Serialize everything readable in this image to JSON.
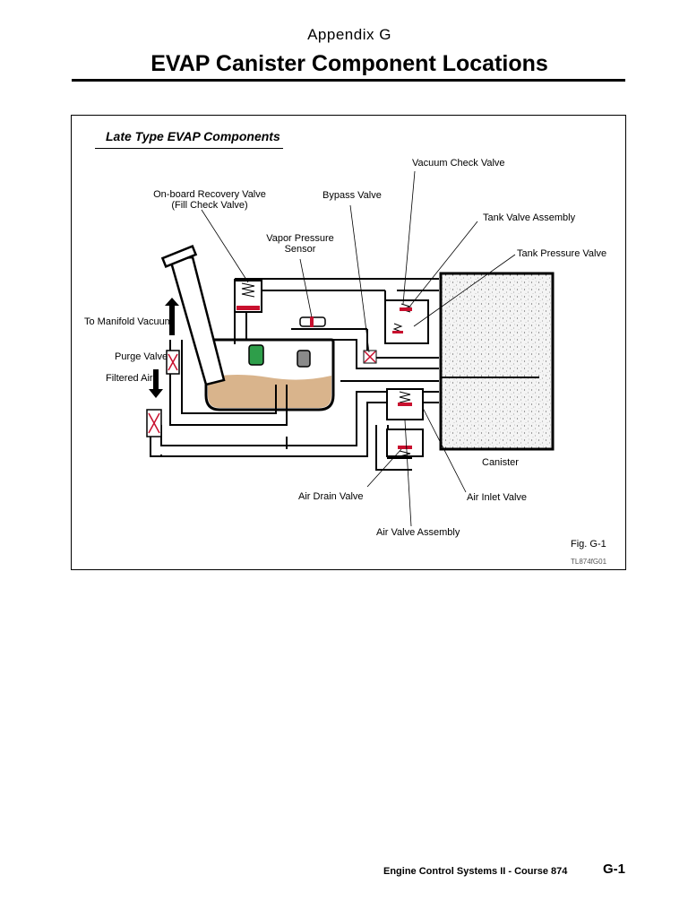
{
  "header": {
    "appendix": "Appendix G",
    "title": "EVAP Canister Component Locations"
  },
  "figure": {
    "subtitle": "Late Type EVAP Components",
    "labels": {
      "vacuum_check_valve": "Vacuum Check Valve",
      "onboard_recovery_valve_line1": "On-board Recovery Valve",
      "onboard_recovery_valve_line2": "(Fill Check Valve)",
      "bypass_valve": "Bypass Valve",
      "tank_valve_assembly": "Tank Valve Assembly",
      "vapor_pressure_sensor_line1": "Vapor Pressure",
      "vapor_pressure_sensor_line2": "Sensor",
      "tank_pressure_valve": "Tank Pressure Valve",
      "to_manifold_vacuum": "To Manifold Vacuum",
      "purge_valve": "Purge Valve",
      "filtered_air": "Filtered Air",
      "canister": "Canister",
      "air_drain_valve": "Air Drain Valve",
      "air_inlet_valve": "Air Inlet Valve",
      "air_valve_assembly": "Air Valve Assembly",
      "fig_number": "Fig. G-1",
      "fig_code": "TL874fG01"
    },
    "colors": {
      "fuel": "#d9b48c",
      "valve_red": "#c8102e",
      "sensor_green": "#2e9e4a",
      "stroke": "#000000"
    },
    "icons": [
      "arrow-up-icon",
      "arrow-down-icon"
    ]
  },
  "footer": {
    "course": "Engine Control Systems II - Course 874",
    "page": "G-1"
  }
}
